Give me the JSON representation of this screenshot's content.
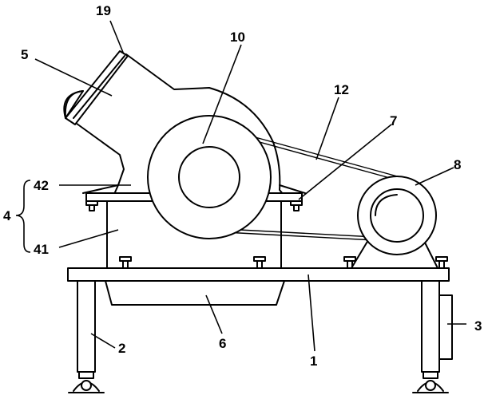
{
  "labels": {
    "l19": "19",
    "l5": "5",
    "l10": "10",
    "l12": "12",
    "l7": "7",
    "l8": "8",
    "l42": "42",
    "l4": "4",
    "l41": "41",
    "l2": "2",
    "l6": "6",
    "l1": "1",
    "l3": "3"
  }
}
